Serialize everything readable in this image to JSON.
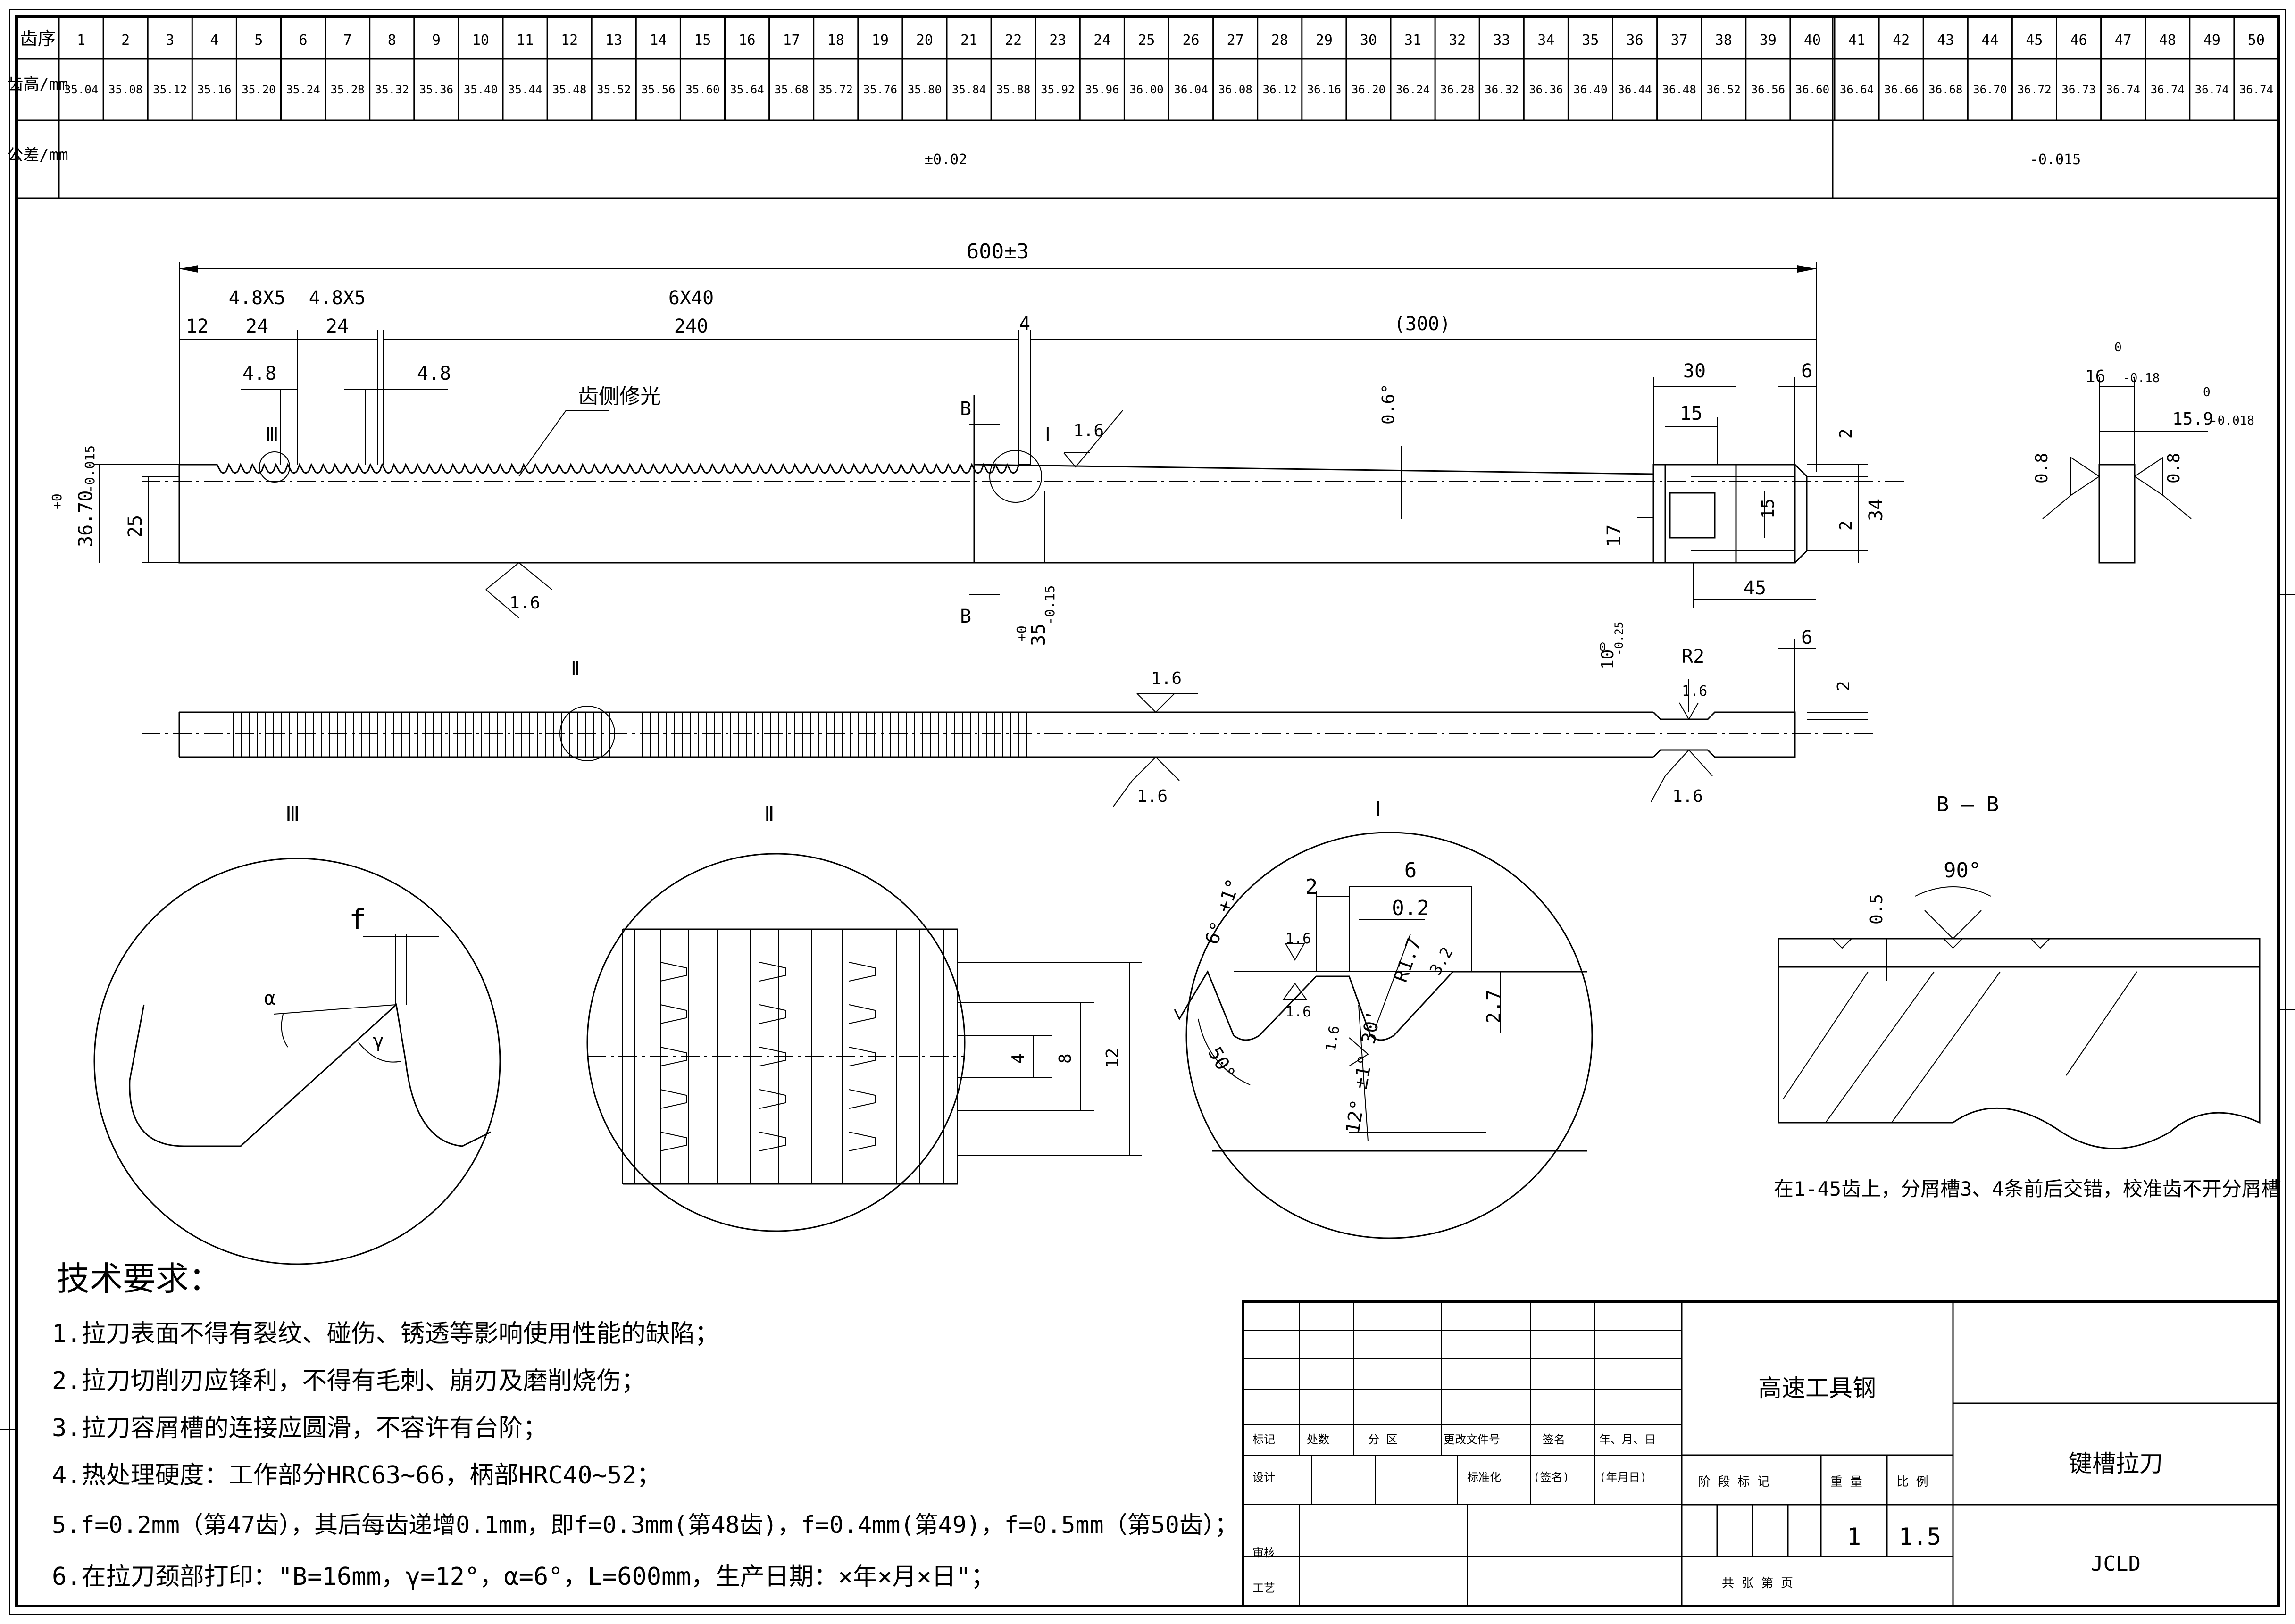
{
  "table": {
    "row1_label": "齿序",
    "row2_label": "齿高/mm",
    "row3_label": "公差/mm",
    "teeth": [
      "1",
      "2",
      "3",
      "4",
      "5",
      "6",
      "7",
      "8",
      "9",
      "10",
      "11",
      "12",
      "13",
      "14",
      "15",
      "16",
      "17",
      "18",
      "19",
      "20",
      "21",
      "22",
      "23",
      "24",
      "25",
      "26",
      "27",
      "28",
      "29",
      "30",
      "31",
      "32",
      "33",
      "34",
      "35",
      "36",
      "37",
      "38",
      "39",
      "40",
      "41",
      "42",
      "43",
      "44",
      "45",
      "46",
      "47",
      "48",
      "49",
      "50"
    ],
    "heights": [
      "35.04",
      "35.08",
      "35.12",
      "35.16",
      "35.20",
      "35.24",
      "35.28",
      "35.32",
      "35.36",
      "35.40",
      "35.44",
      "35.48",
      "35.52",
      "35.56",
      "35.60",
      "35.64",
      "35.68",
      "35.72",
      "35.76",
      "35.80",
      "35.84",
      "35.88",
      "35.92",
      "35.96",
      "36.00",
      "36.04",
      "36.08",
      "36.12",
      "36.16",
      "36.20",
      "36.24",
      "36.28",
      "36.32",
      "36.36",
      "36.40",
      "36.44",
      "36.48",
      "36.52",
      "36.56",
      "36.60",
      "36.64",
      "36.66",
      "36.68",
      "36.70",
      "36.72",
      "36.73",
      "36.74",
      "36.74",
      "36.74",
      "36.74"
    ],
    "tol_a": "±0.02",
    "tol_b": "-0.015"
  },
  "main_view": {
    "overall": "600±3",
    "d12": "12",
    "d48x5a": "4.8X5",
    "d24a": "24",
    "d48x5b": "4.8X5",
    "d24b": "24",
    "d6x40": "6X40",
    "d240": "240",
    "d4": "4",
    "d300": "(300)",
    "d48a": "4.8",
    "d48b": "4.8",
    "tooth_note": "齿侧修光",
    "roman3": "Ⅲ",
    "roman1": "Ⅰ",
    "b_top": "B",
    "b_bottom": "B",
    "ra16a": "1.6",
    "ra16b": "1.6",
    "angle06": "0.6°",
    "d30": "30",
    "d15": "15",
    "d6": "6",
    "d2a": "2",
    "d2b": "2",
    "d15v": "15",
    "d34": "34",
    "d17": "17",
    "d45": "45",
    "d25": "25",
    "d3670": "36.70",
    "d3670_tol_up": "+0",
    "d3670_tol_dn": "-0.015",
    "d35": "35",
    "d35_tol_up": "+0",
    "d35_tol_dn": "-0.15"
  },
  "side_view": {
    "d16": "16",
    "d16_tol_up": "0",
    "d16_tol_dn": "-0.18",
    "d159": "15.9",
    "d159_tol_up": "0",
    "d159_tol_dn": "-0.018",
    "ra08a": "0.8",
    "ra08b": "0.8"
  },
  "top_view": {
    "roman2": "Ⅱ",
    "ra16a": "1.6",
    "ra16b": "1.6",
    "ra16c": "1.6",
    "ra16d": "1.6",
    "d10": "10",
    "d10_tol_up": "0",
    "d10_tol_dn": "-0.25",
    "r2": "R2",
    "d6": "6",
    "d2": "2"
  },
  "detail3": {
    "title": "Ⅲ",
    "f": "f",
    "alpha": "α",
    "gamma": "γ"
  },
  "detail2": {
    "title": "Ⅱ",
    "d4": "4",
    "d8": "8",
    "d12": "12"
  },
  "detail1": {
    "title": "Ⅰ",
    "d6": "6",
    "d2": "2",
    "d02": "0.2",
    "ang6": "6° +1°",
    "ra16a": "1.6",
    "ra16b": "1.6",
    "ra16c": "1.6",
    "r17": "R1.7",
    "r32": "3.2",
    "d27": "2.7",
    "ang50": "50°",
    "ang12": "12° ±1° 30'"
  },
  "section_bb": {
    "title": "B — B",
    "ang90": "90°",
    "d05": "0.5",
    "note": "在1-45齿上，分屑槽3、4条前后交错，校准齿不开分屑槽"
  },
  "requirements": {
    "title": "技术要求：",
    "items": [
      "1.拉刀表面不得有裂纹、碰伤、锈透等影响使用性能的缺陷；",
      "2.拉刀切削刃应锋利，不得有毛刺、崩刃及磨削烧伤；",
      "3.拉刀容屑槽的连接应圆滑，不容许有台阶；",
      "4.热处理硬度：工作部分HRC63~66，柄部HRC40~52；",
      "5.f=0.2mm（第47齿），其后每齿递增0.1mm，即f=0.3mm(第48齿)，f=0.4mm(第49)，f=0.5mm（第50齿）；",
      "6.在拉刀颈部打印：\"B=16mm，γ=12°，α=6°，L=600mm，生产日期：×年×月×日\"；"
    ]
  },
  "title_block": {
    "material": "高速工具钢",
    "part_name": "键槽拉刀",
    "drawing_no": "JCLD",
    "h_mark": "标记",
    "h_count": "处数",
    "h_zone": "分 区",
    "h_doc": "更改文件号",
    "h_sign": "签名",
    "h_date": "年、月、日",
    "h_design": "设计",
    "h_standard": "标准化",
    "h_sign2": "(签名)",
    "h_date2": "(年月日)",
    "h_stage": "阶 段 标 记",
    "h_weight": "重 量",
    "h_scale": "比 例",
    "h_check": "审核",
    "h_process": "工艺",
    "h_sheets": "共 张 第 页",
    "weight_val": "1",
    "scale_val": "1.5"
  },
  "colors": {
    "line": "#000000",
    "background": "#ffffff"
  }
}
